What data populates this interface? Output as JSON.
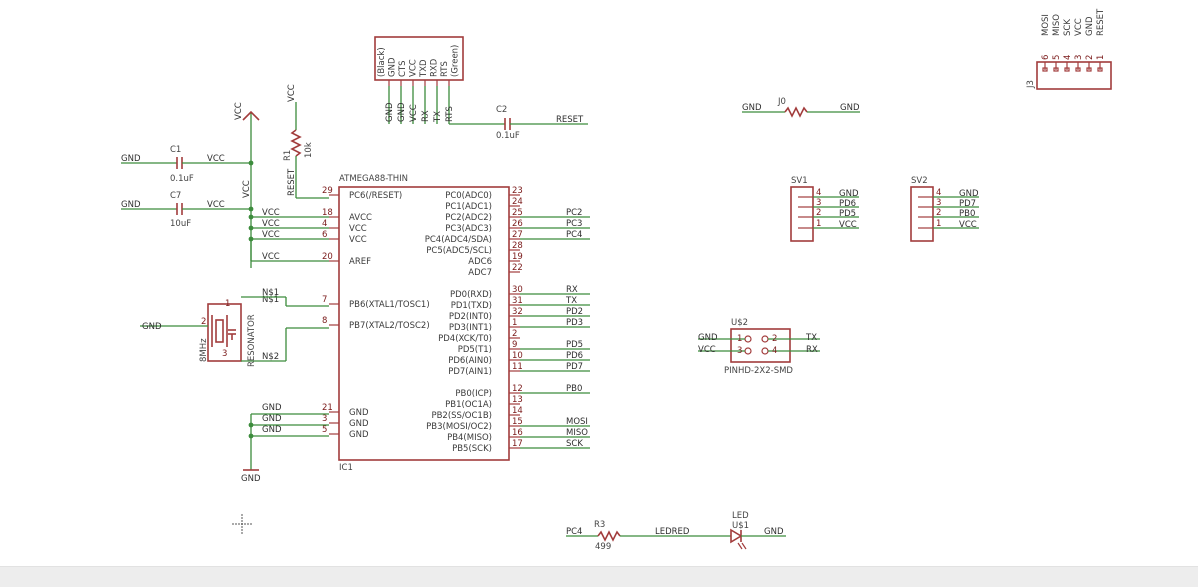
{
  "mcu": {
    "name": "ATMEGA88-THIN",
    "ref": "IC1",
    "pins_left": [
      {
        "num": "29",
        "name": "PC6(/RESET)"
      },
      {
        "num": "18",
        "name": "AVCC",
        "net": "VCC"
      },
      {
        "num": "4",
        "name": "VCC",
        "net": "VCC"
      },
      {
        "num": "6",
        "name": "VCC",
        "net": "VCC"
      },
      {
        "num": "20",
        "name": "AREF",
        "net": "VCC"
      },
      {
        "num": "7",
        "name": "PB6(XTAL1/TOSC1)",
        "net": "N$1"
      },
      {
        "num": "8",
        "name": "PB7(XTAL2/TOSC2)"
      },
      {
        "num": "21",
        "name": "GND",
        "net": "GND"
      },
      {
        "num": "3",
        "name": "GND",
        "net": "GND"
      },
      {
        "num": "5",
        "name": "GND",
        "net": "GND"
      }
    ],
    "pins_right": [
      {
        "num": "23",
        "name": "PC0(ADC0)",
        "net": ""
      },
      {
        "num": "24",
        "name": "PC1(ADC1)",
        "net": ""
      },
      {
        "num": "25",
        "name": "PC2(ADC2)",
        "net": "PC2"
      },
      {
        "num": "26",
        "name": "PC3(ADC3)",
        "net": "PC3"
      },
      {
        "num": "27",
        "name": "PC4(ADC4/SDA)",
        "net": "PC4"
      },
      {
        "num": "28",
        "name": "PC5(ADC5/SCL)",
        "net": ""
      },
      {
        "num": "19",
        "name": "ADC6",
        "net": ""
      },
      {
        "num": "22",
        "name": "ADC7",
        "net": ""
      },
      {
        "num": "30",
        "name": "PD0(RXD)",
        "net": "RX"
      },
      {
        "num": "31",
        "name": "PD1(TXD)",
        "net": "TX"
      },
      {
        "num": "32",
        "name": "PD2(INT0)",
        "net": "PD2"
      },
      {
        "num": "1",
        "name": "PD3(INT1)",
        "net": "PD3"
      },
      {
        "num": "2",
        "name": "PD4(XCK/T0)",
        "net": ""
      },
      {
        "num": "9",
        "name": "PD5(T1)",
        "net": "PD5"
      },
      {
        "num": "10",
        "name": "PD6(AIN0)",
        "net": "PD6"
      },
      {
        "num": "11",
        "name": "PD7(AIN1)",
        "net": "PD7"
      },
      {
        "num": "12",
        "name": "PB0(ICP)",
        "net": "PB0"
      },
      {
        "num": "13",
        "name": "PB1(OC1A)",
        "net": ""
      },
      {
        "num": "14",
        "name": "PB2(SS/OC1B)",
        "net": ""
      },
      {
        "num": "15",
        "name": "PB3(MOSI/OC2)",
        "net": "MOSI"
      },
      {
        "num": "16",
        "name": "PB4(MISO)",
        "net": "MISO"
      },
      {
        "num": "17",
        "name": "PB5(SCK)",
        "net": "SCK"
      }
    ]
  },
  "ftdi": {
    "pins": [
      "(Black)",
      "GND",
      "CTS",
      "VCC",
      "TXD",
      "RXD",
      "RTS",
      "(Green)"
    ],
    "nets": [
      "GND",
      "GND",
      "VCC",
      "RX",
      "TX",
      "RTS"
    ]
  },
  "c1": {
    "ref": "C1",
    "value": "0.1uF",
    "left_net": "GND",
    "right_net": "VCC"
  },
  "c7": {
    "ref": "C7",
    "value": "10uF",
    "left_net": "GND",
    "right_net": "VCC"
  },
  "c2": {
    "ref": "C2",
    "value": "0.1uF",
    "net": "RESET"
  },
  "r1": {
    "ref": "R1",
    "value": "10k",
    "top_net": "VCC",
    "bottom_net": "RESET"
  },
  "vcc_supply": "VCC",
  "vcc_rail": "VCC",
  "resonator": {
    "label": "RESONATOR",
    "freq": "8MHz",
    "pin1": "1",
    "pin2": "2",
    "pin3": "3",
    "gnd": "GND",
    "net1": "N$1",
    "net2": "N$2"
  },
  "gnd_symbol": "GND",
  "j0": {
    "ref": "J0",
    "left": "GND",
    "right": "GND"
  },
  "j3": {
    "ref": "J3",
    "labels": [
      "MOSI",
      "MISO",
      "SCK",
      "VCC",
      "GND",
      "RESET"
    ],
    "nums": [
      "6",
      "5",
      "4",
      "3",
      "2",
      "1"
    ]
  },
  "sv1": {
    "ref": "SV1",
    "nums": [
      "4",
      "3",
      "2",
      "1"
    ],
    "nets": [
      "GND",
      "PD6",
      "PD5",
      "VCC"
    ]
  },
  "sv2": {
    "ref": "SV2",
    "nums": [
      "4",
      "3",
      "2",
      "1"
    ],
    "nets": [
      "GND",
      "PD7",
      "PB0",
      "VCC"
    ]
  },
  "u2": {
    "ref": "U$2",
    "name": "PINHD-2X2-SMD",
    "nums": [
      "1",
      "2",
      "3",
      "4"
    ],
    "nets": [
      "GND",
      "TX",
      "VCC",
      "RX"
    ]
  },
  "led": {
    "ref": "LED",
    "ref2": "U$1",
    "r_ref": "R3",
    "r_value": "499",
    "net_in": "PC4",
    "net_mid": "LEDRED",
    "net_out": "GND"
  },
  "colors": {
    "wire": "#3c8c3c",
    "symbol": "#a23c3c",
    "text": "#3a3a3a",
    "background": "#ffffff"
  }
}
